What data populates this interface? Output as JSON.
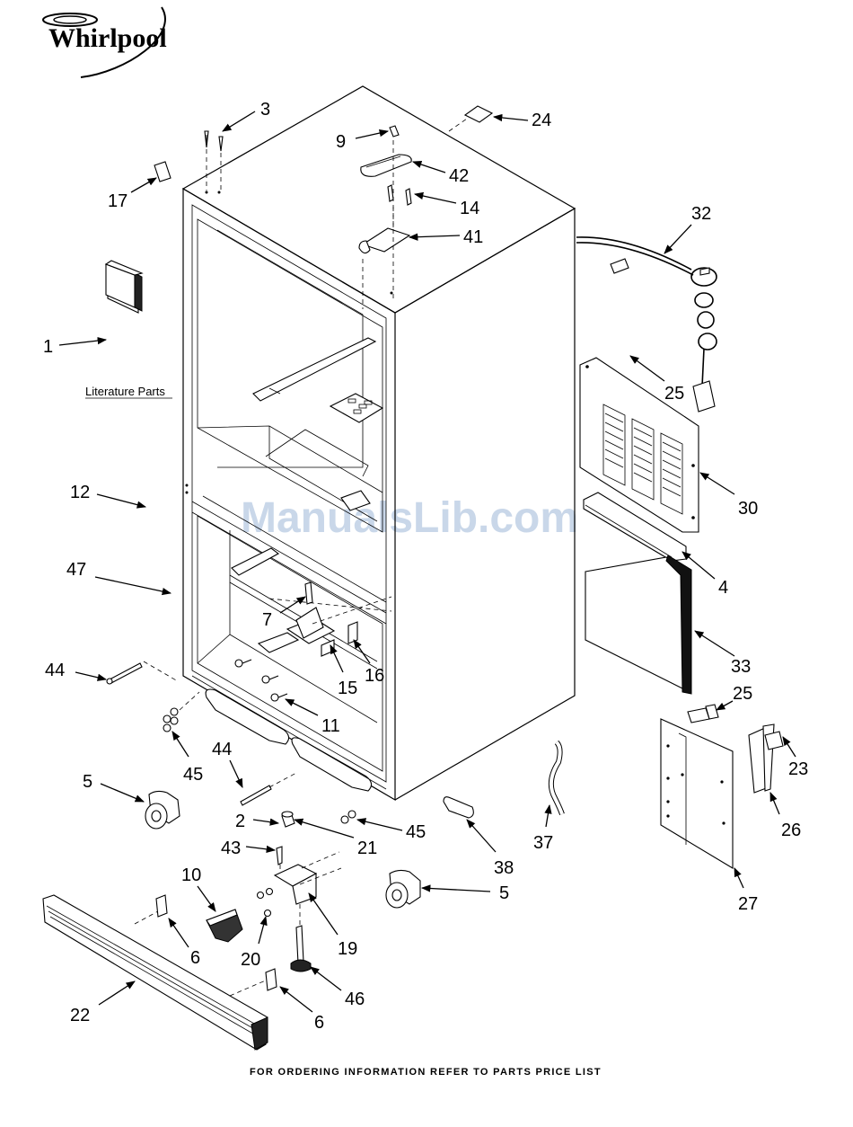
{
  "brand": {
    "logo_text": "Whirlpool"
  },
  "watermark": "ManualsLib.com",
  "literature_label": "Literature Parts",
  "footer": "FOR ORDERING INFORMATION REFER TO PARTS PRICE LIST",
  "callouts": [
    "1",
    "2",
    "3",
    "4",
    "5",
    "5",
    "6",
    "6",
    "7",
    "9",
    "10",
    "11",
    "12",
    "14",
    "15",
    "16",
    "17",
    "19",
    "20",
    "21",
    "22",
    "23",
    "24",
    "25",
    "25",
    "26",
    "27",
    "30",
    "32",
    "33",
    "37",
    "38",
    "41",
    "42",
    "43",
    "44",
    "44",
    "45",
    "45",
    "46",
    "47"
  ]
}
